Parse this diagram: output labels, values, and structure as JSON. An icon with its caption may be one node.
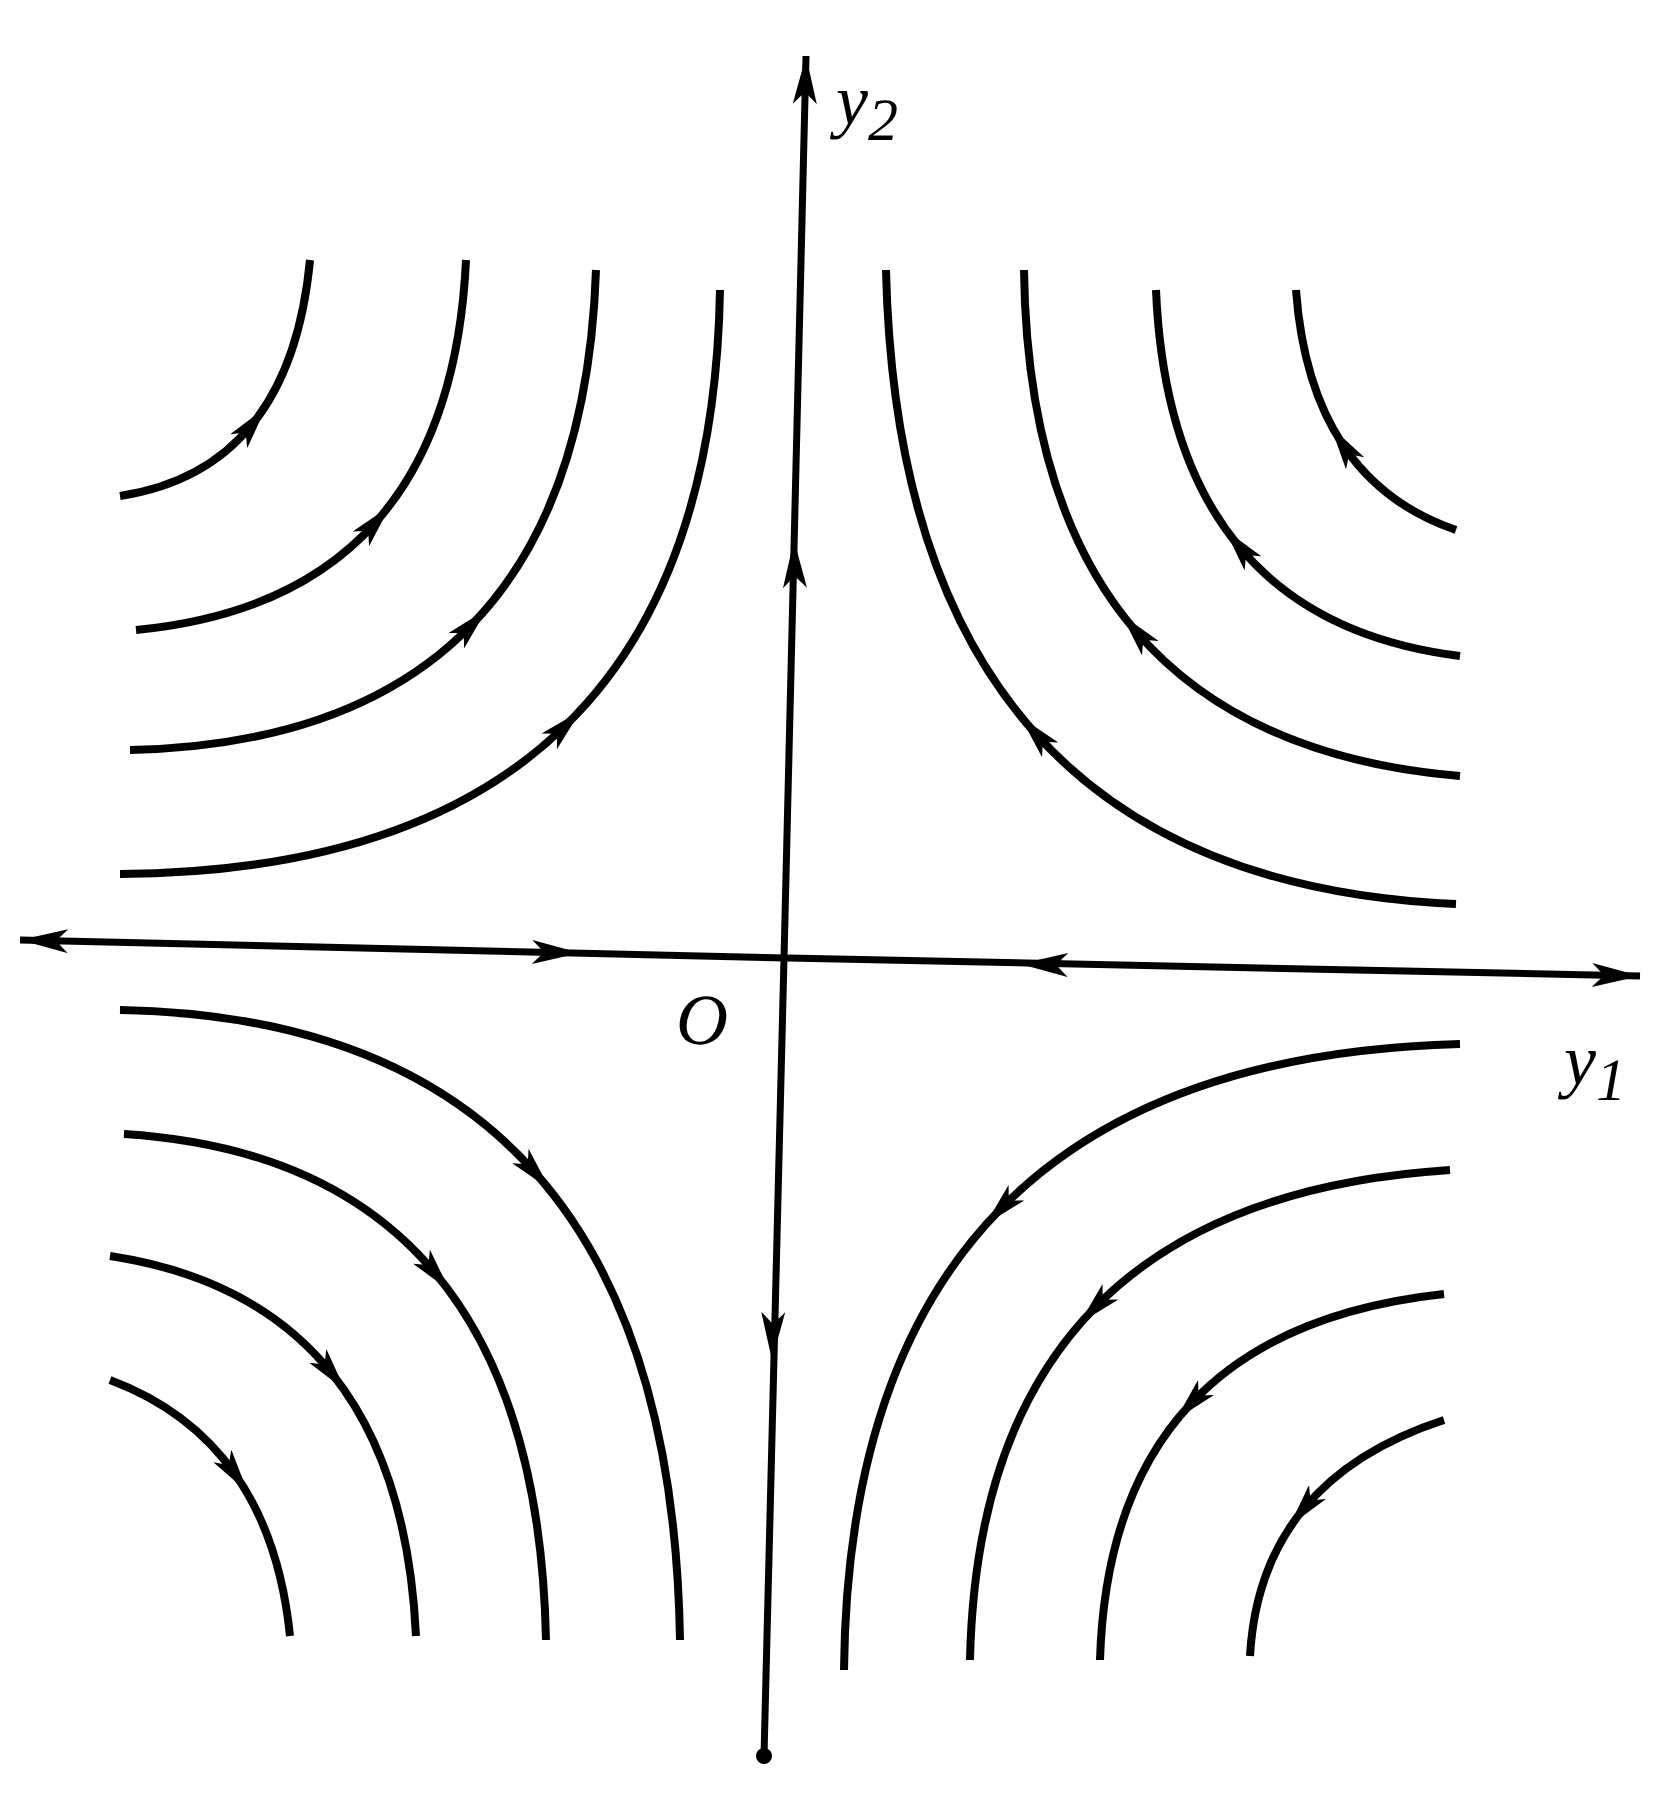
{
  "diagram": {
    "labels": [
      "y$_{2}$",
      "O",
      "y$_{1}$"
    ]
  }
}
